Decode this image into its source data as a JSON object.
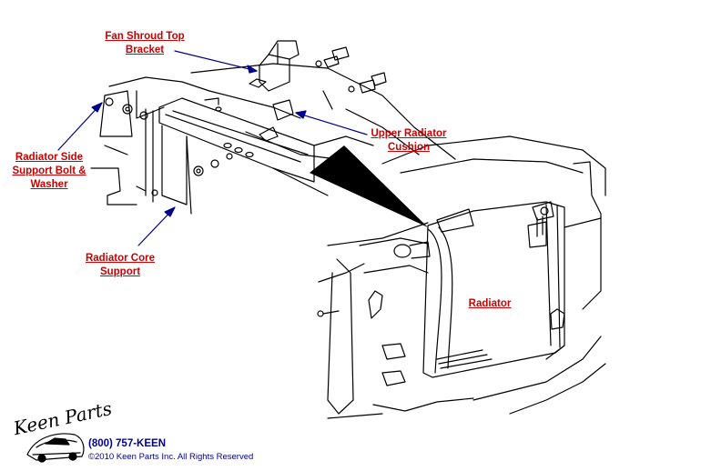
{
  "labels": {
    "fan_shroud": [
      "Fan Shroud Top",
      "Bracket"
    ],
    "upper_cushion": [
      "Upper Radiator",
      "Cushion"
    ],
    "side_support": [
      "Radiator Side",
      "Support Bolt &",
      "Washer"
    ],
    "core_support": [
      "Radiator Core",
      "Support"
    ],
    "radiator": [
      "Radiator"
    ]
  },
  "footer": {
    "logo": "Keen Parts",
    "phone": "(800) 757-KEEN",
    "copyright": "©2010 Keen Parts Inc. All Rights Reserved"
  },
  "colors": {
    "label": "#cc0000",
    "arrow": "#00008b",
    "line": "#000000"
  }
}
